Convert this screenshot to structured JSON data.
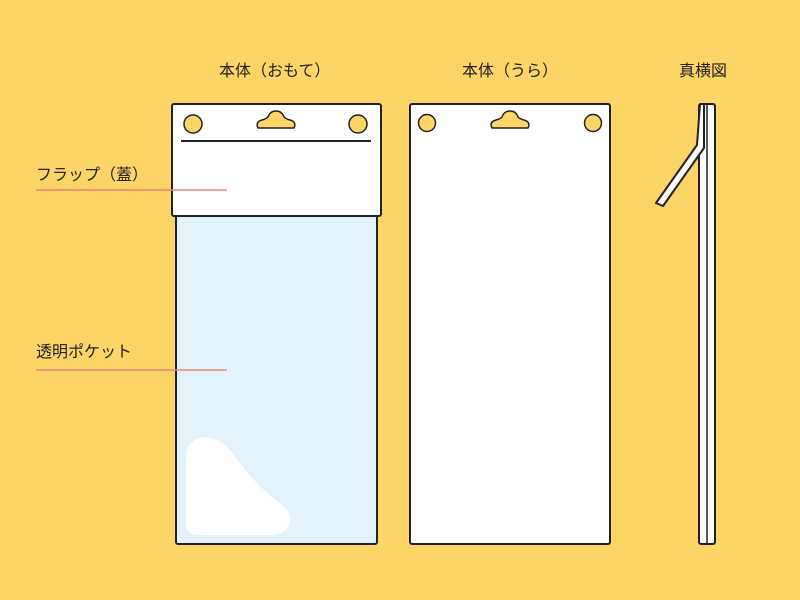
{
  "headings": {
    "front": "本体（おもて）",
    "back": "本体（うら）",
    "side": "真横図"
  },
  "callouts": {
    "flap": "フラップ（蓋）",
    "pocket": "透明ポケット"
  },
  "colors": {
    "background": "#FDD566",
    "panel": "#FFFFFF",
    "outline": "#222222",
    "hanger_hole": "#FDD566",
    "pocket_tint": "#E3F3FC",
    "leader_line": "#E9857A"
  }
}
